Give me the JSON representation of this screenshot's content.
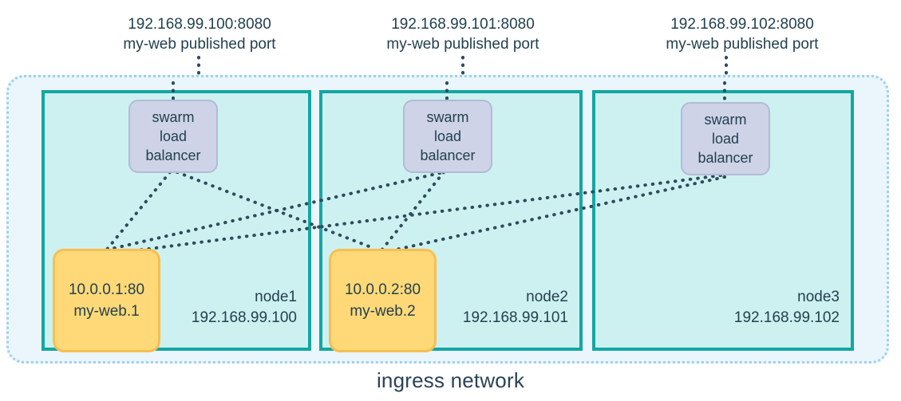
{
  "diagram": {
    "title": "ingress network",
    "caption": "ingress network",
    "colors": {
      "ingress_fill": "#eaf6fc",
      "ingress_border": "#9fd0ec",
      "node_fill": "#cdf1f0",
      "node_border": "#13a7a3",
      "load_balancer_fill": "#ced3e8",
      "load_balancer_border": "#b3bad6",
      "task_fill": "#ffd978",
      "task_border": "#f6bf52",
      "text": "#23404f",
      "connector": "#2e4a5c"
    }
  },
  "published_ports": [
    {
      "address": "192.168.99.100:8080",
      "description": "my-web published port"
    },
    {
      "address": "192.168.99.101:8080",
      "description": "my-web published port"
    },
    {
      "address": "192.168.99.102:8080",
      "description": "my-web published port"
    }
  ],
  "load_balancer": {
    "line1": "swarm",
    "line2": "load",
    "line3": "balancer"
  },
  "nodes": [
    {
      "name": "node1",
      "ip": "192.168.99.100",
      "task": {
        "address": "10.0.0.1:80",
        "name": "my-web.1"
      }
    },
    {
      "name": "node2",
      "ip": "192.168.99.101",
      "task": {
        "address": "10.0.0.2:80",
        "name": "my-web.2"
      }
    },
    {
      "name": "node3",
      "ip": "192.168.99.102",
      "task": null
    }
  ]
}
